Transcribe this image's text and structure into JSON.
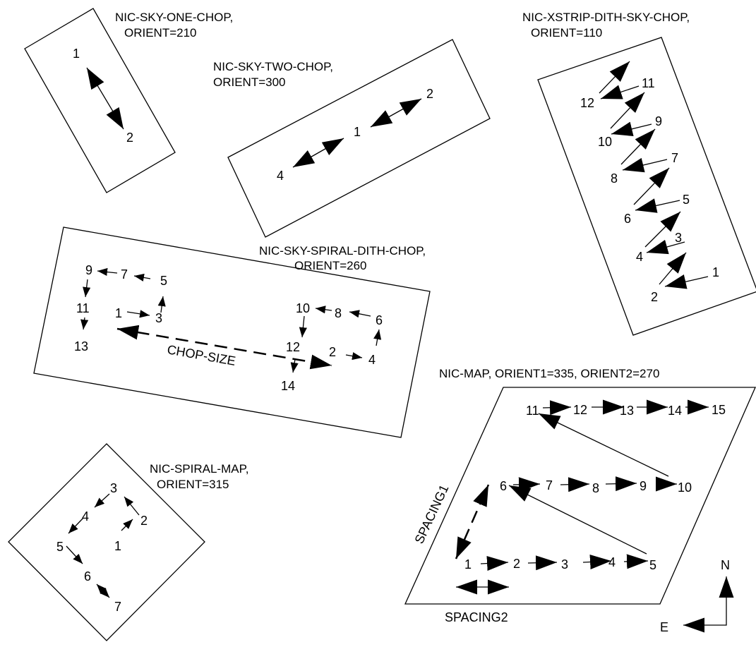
{
  "patterns": {
    "one_chop": {
      "title_line1": "NIC-SKY-ONE-CHOP,",
      "title_line2": "ORIENT=210",
      "points": [
        "1",
        "2"
      ]
    },
    "two_chop": {
      "title_line1": "NIC-SKY-TWO-CHOP,",
      "title_line2": "ORIENT=300",
      "points": [
        "1",
        "2",
        "4"
      ]
    },
    "xstrip": {
      "title_line1": "NIC-XSTRIP-DITH-SKY-CHOP,",
      "title_line2": "ORIENT=110",
      "points": [
        "1",
        "2",
        "3",
        "4",
        "5",
        "6",
        "7",
        "8",
        "9",
        "10",
        "11",
        "12"
      ]
    },
    "spiral_dith": {
      "title_line1": "NIC-SKY-SPIRAL-DITH-CHOP,",
      "title_line2": "ORIENT=260",
      "chop_label": "CHOP-SIZE",
      "points": [
        "1",
        "2",
        "3",
        "4",
        "5",
        "6",
        "7",
        "8",
        "9",
        "10",
        "11",
        "12",
        "13",
        "14"
      ]
    },
    "map": {
      "title": "NIC-MAP, ORIENT1=335, ORIENT2=270",
      "spacing1": "SPACING1",
      "spacing2": "SPACING2",
      "points": [
        "1",
        "2",
        "3",
        "4",
        "5",
        "6",
        "7",
        "8",
        "9",
        "10",
        "11",
        "12",
        "13",
        "14",
        "15"
      ]
    },
    "spiral_map": {
      "title_line1": "NIC-SPIRAL-MAP,",
      "title_line2": "ORIENT=315",
      "points": [
        "1",
        "2",
        "3",
        "4",
        "5",
        "6",
        "7"
      ]
    }
  },
  "compass": {
    "north": "N",
    "east": "E"
  }
}
